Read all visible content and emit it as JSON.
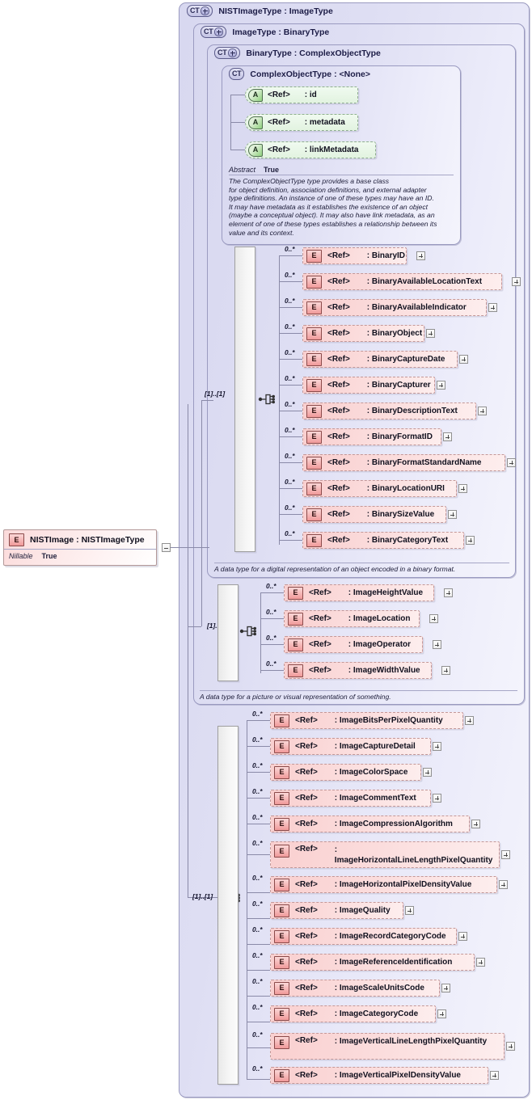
{
  "diagram": {
    "title": "NISTImageType XSD structure diagram",
    "root_element": {
      "badge": "E",
      "label": "NISTImage : NISTImageType",
      "prop_key": "Nillable",
      "prop_value": "True"
    },
    "complex_types": [
      {
        "badge": "CT",
        "expandable": true,
        "title": "NISTImageType : ImageType"
      },
      {
        "badge": "CT",
        "expandable": true,
        "title": "ImageType : BinaryType"
      },
      {
        "badge": "CT",
        "expandable": true,
        "title": "BinaryType : ComplexObjectType"
      },
      {
        "badge": "CT",
        "expandable": false,
        "title": "ComplexObjectType : <None>"
      }
    ],
    "attributes": [
      {
        "badge": "A",
        "ref": "<Ref>",
        "name": ": id"
      },
      {
        "badge": "A",
        "ref": "<Ref>",
        "name": ": metadata"
      },
      {
        "badge": "A",
        "ref": "<Ref>",
        "name": ": linkMetadata"
      }
    ],
    "annotation": {
      "key": "Abstract",
      "value": "True",
      "text": "The ComplexObjectType type provides a base class\nfor object definition, association definitions, and external adapter\ntype definitions. An instance of one of these types may have an ID.\nIt may have metadata as it establishes the existence of an object\n(maybe a conceptual object). It may also have link metadata, as an\nelement of one of these types establishes a relationship between its\nvalue and its context."
    },
    "descriptions": {
      "binary_type": "A data type for a digital representation of an object encoded in a binary format.",
      "image_type": "A data type for a picture or visual representation of something."
    },
    "sequence_cardinality": "[1]..[1]",
    "element_cardinality": "0..*",
    "ref_label": "<Ref>",
    "element_badge": "E",
    "groups": [
      {
        "group_name": "binary-type-elements",
        "elements": [
          {
            "name": ": BinaryID"
          },
          {
            "name": ": BinaryAvailableLocationText"
          },
          {
            "name": ": BinaryAvailableIndicator"
          },
          {
            "name": ": BinaryObject"
          },
          {
            "name": ": BinaryCaptureDate"
          },
          {
            "name": ": BinaryCapturer"
          },
          {
            "name": ": BinaryDescriptionText"
          },
          {
            "name": ": BinaryFormatID"
          },
          {
            "name": ": BinaryFormatStandardName"
          },
          {
            "name": ": BinaryLocationURI"
          },
          {
            "name": ": BinarySizeValue"
          },
          {
            "name": ": BinaryCategoryText"
          }
        ]
      },
      {
        "group_name": "image-type-elements",
        "elements": [
          {
            "name": ": ImageHeightValue"
          },
          {
            "name": ": ImageLocation"
          },
          {
            "name": ": ImageOperator"
          },
          {
            "name": ": ImageWidthValue"
          }
        ]
      },
      {
        "group_name": "nist-image-type-elements",
        "elements": [
          {
            "name": ": ImageBitsPerPixelQuantity"
          },
          {
            "name": ": ImageCaptureDetail"
          },
          {
            "name": ": ImageColorSpace"
          },
          {
            "name": ": ImageCommentText"
          },
          {
            "name": ": ImageCompressionAlgorithm"
          },
          {
            "name": ": ImageHorizontalLineLengthPixelQuantity"
          },
          {
            "name": ": ImageHorizontalPixelDensityValue"
          },
          {
            "name": ": ImageQuality"
          },
          {
            "name": ": ImageRecordCategoryCode"
          },
          {
            "name": ": ImageReferenceIdentification"
          },
          {
            "name": ": ImageScaleUnitsCode"
          },
          {
            "name": ": ImageCategoryCode"
          },
          {
            "name": ": ImageVerticalLineLengthPixelQuantity"
          },
          {
            "name": ": ImageVerticalPixelDensityValue"
          }
        ]
      }
    ]
  }
}
